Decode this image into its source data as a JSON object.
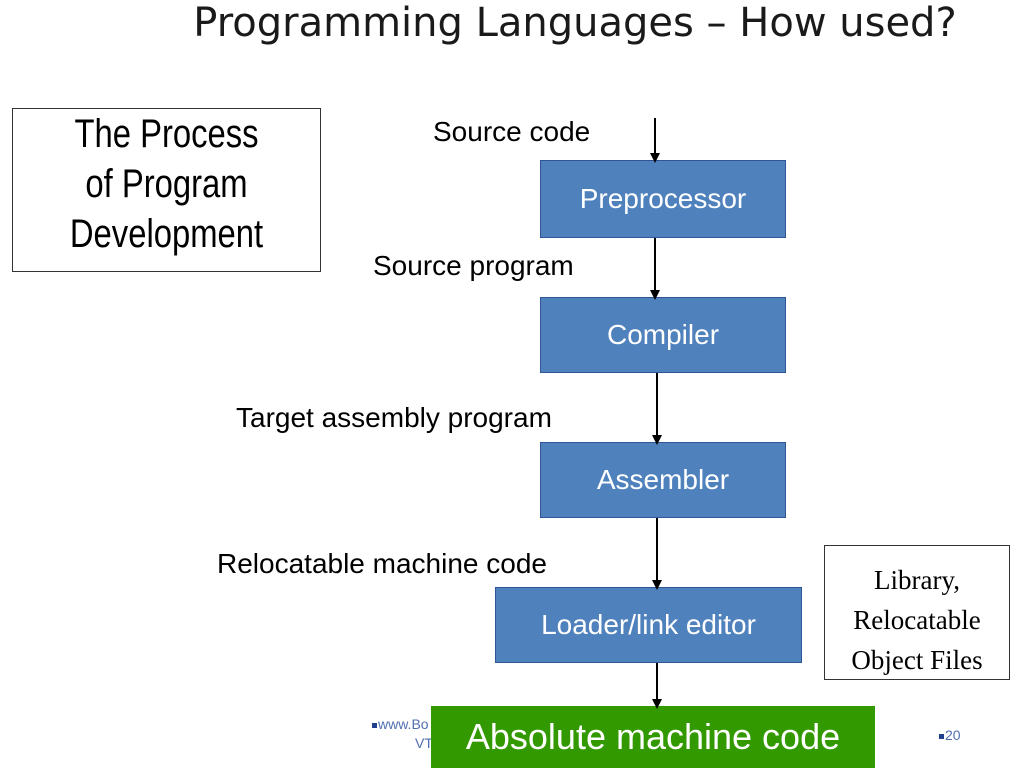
{
  "title": "Programming Languages – How used?",
  "process_box": [
    "The  Process",
    "of  Program",
    "Development"
  ],
  "labels": {
    "source_code": "Source code",
    "source_program": "Source program",
    "target_assembly": "Target assembly program",
    "relocatable": "Relocatable machine code"
  },
  "boxes": {
    "preprocessor": "Preprocessor",
    "compiler": "Compiler",
    "assembler": "Assembler",
    "loader": "Loader/link editor"
  },
  "library_box": [
    "Library,",
    "Relocatable",
    "Object Files"
  ],
  "output": "Absolute machine code",
  "footer": {
    "left_line1": "www.Bo",
    "left_line2": "VT",
    "page_number": "20"
  },
  "colors": {
    "box_fill": "#4f81bd",
    "output_fill": "#339900"
  }
}
